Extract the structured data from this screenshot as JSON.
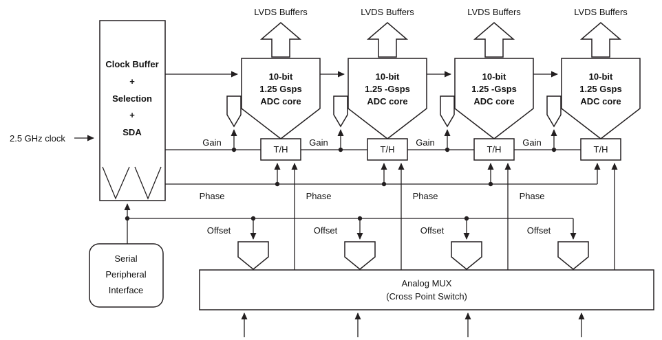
{
  "colors": {
    "line": "#231f20",
    "background": "#ffffff"
  },
  "left": {
    "clock_input_label": "2.5 GHz clock",
    "clock_buffer": {
      "line1": "Clock Buffer",
      "plus1": "+",
      "line2": "Selection",
      "plus2": "+",
      "line3": "SDA"
    },
    "spi": {
      "line1": "Serial",
      "line2": "Peripheral",
      "line3": "Interface"
    }
  },
  "channels": [
    {
      "lvds_label": "LVDS Buffers",
      "adc_line1": "10-bit",
      "adc_line2": "1.25 Gsps",
      "adc_line3": "ADC core",
      "th_label": "T/H",
      "gain_label": "Gain",
      "phase_label": "Phase",
      "offset_label": "Offset"
    },
    {
      "lvds_label": "LVDS Buffers",
      "adc_line1": "10-bit",
      "adc_line2": "1.25 -Gsps",
      "adc_line3": "ADC core",
      "th_label": "T/H",
      "gain_label": "Gain",
      "phase_label": "Phase",
      "offset_label": "Offset"
    },
    {
      "lvds_label": "LVDS Buffers",
      "adc_line1": "10-bit",
      "adc_line2": "1.25 -Gsps",
      "adc_line3": "ADC core",
      "th_label": "T/H",
      "gain_label": "Gain",
      "phase_label": "Phase",
      "offset_label": "Offset"
    },
    {
      "lvds_label": "LVDS Buffers",
      "adc_line1": "10-bit",
      "adc_line2": "1.25 Gsps",
      "adc_line3": "ADC core",
      "th_label": "T/H",
      "gain_label": "Gain",
      "phase_label": "Phase",
      "offset_label": "Offset"
    }
  ],
  "mux": {
    "line1": "Analog MUX",
    "line2": "(Cross Point Switch)"
  }
}
